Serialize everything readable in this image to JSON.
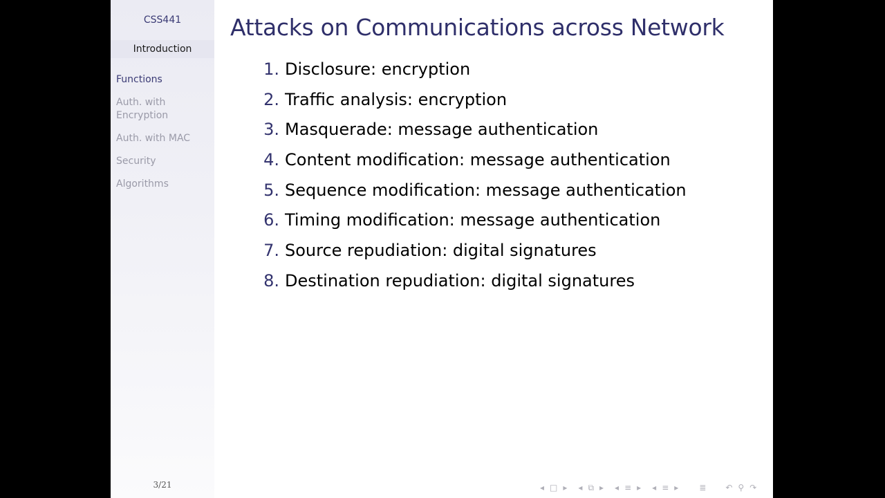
{
  "sidebar": {
    "course": "CSS441",
    "section": "Introduction",
    "items": [
      {
        "label": "Functions",
        "active": true
      },
      {
        "label": "Auth. with Encryption",
        "active": false
      },
      {
        "label": "Auth. with MAC",
        "active": false
      },
      {
        "label": "Security",
        "active": false
      },
      {
        "label": "Algorithms",
        "active": false
      }
    ],
    "page": "3/21"
  },
  "frame": {
    "title": "Attacks on Communications across Network",
    "items": [
      {
        "num": "1.",
        "text": "Disclosure: encryption"
      },
      {
        "num": "2.",
        "text": "Traffic analysis: encryption"
      },
      {
        "num": "3.",
        "text": "Masquerade: message authentication"
      },
      {
        "num": "4.",
        "text": "Content modification: message authentication"
      },
      {
        "num": "5.",
        "text": "Sequence modification: message authentication"
      },
      {
        "num": "6.",
        "text": "Timing modification: message authentication"
      },
      {
        "num": "7.",
        "text": "Source repudiation: digital signatures"
      },
      {
        "num": "8.",
        "text": "Destination repudiation: digital signatures"
      }
    ]
  },
  "navigation": {
    "icons": [
      "prev-arrow",
      "frame-icon",
      "next-arrow",
      "prev-arrow",
      "subsection-icon",
      "next-arrow",
      "prev-arrow",
      "section-icon",
      "next-arrow",
      "prev-arrow",
      "document-icon",
      "next-arrow",
      "toc-icon",
      "back-icon",
      "search-icon",
      "forward-icon"
    ],
    "glyphs": {
      "left": "◂",
      "right": "▸",
      "frame": "□",
      "subsection": "⧉",
      "section": "≡",
      "toc": "≣",
      "back": "↶",
      "search": "⚲",
      "forward": "↷"
    }
  },
  "colors": {
    "title": "#2f2f6a",
    "enum_number": "#33336e",
    "sidebar_active": "#3a3a74",
    "sidebar_inactive": "#9a9aa8"
  }
}
